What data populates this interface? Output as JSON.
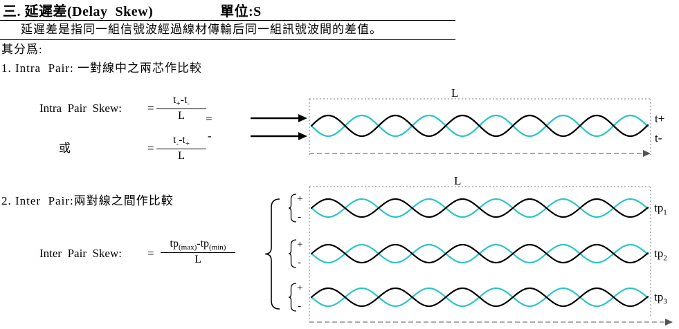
{
  "heading": {
    "main": "三. 延遲差(Delay  Skew)",
    "unit": "單位:S"
  },
  "description": "延遲差是指同一組信號波經過線材傳輸后同一組訊號波間的差值。",
  "section_label": "其分爲:",
  "intra": {
    "heading": "1. Intra  Pair: 一對線中之兩芯作比較",
    "label": "Intra  Pair  Skew:",
    "eq1": "=",
    "frac1": {
      "b1": "t",
      "s1": "+",
      "b2": "-t",
      "s2": "-",
      "den": "L"
    },
    "eq2": "=",
    "or_label": "或",
    "or_eq": "=",
    "frac2": {
      "b1": "t",
      "s1": "-",
      "b2": "-t",
      "s2": "+",
      "den": "L"
    },
    "minus": "-",
    "diagram": {
      "length_label": "L",
      "wave_labels": [
        "t+",
        "t-"
      ]
    }
  },
  "inter": {
    "heading": "2. Inter  Pair:兩對線之間作比較",
    "label": "Inter  Pair  Skew:",
    "eq": "=",
    "frac": {
      "b1": "tp",
      "s1": "(max)",
      "b2": "-tp",
      "s2": "(min)",
      "den": "L"
    },
    "diagram": {
      "length_label": "L",
      "rows": [
        {
          "plus": "+",
          "minus": "-",
          "label_base": "tp",
          "label_sub": "1"
        },
        {
          "plus": "+",
          "minus": "-",
          "label_base": "tp",
          "label_sub": "2"
        },
        {
          "plus": "+",
          "minus": "-",
          "label_base": "tp",
          "label_sub": "3"
        }
      ]
    }
  },
  "colors": {
    "wave_dark": "#000000",
    "wave_cyan": "#2cc5c7",
    "axis": "#7a7a7a",
    "arrow": "#000000"
  }
}
